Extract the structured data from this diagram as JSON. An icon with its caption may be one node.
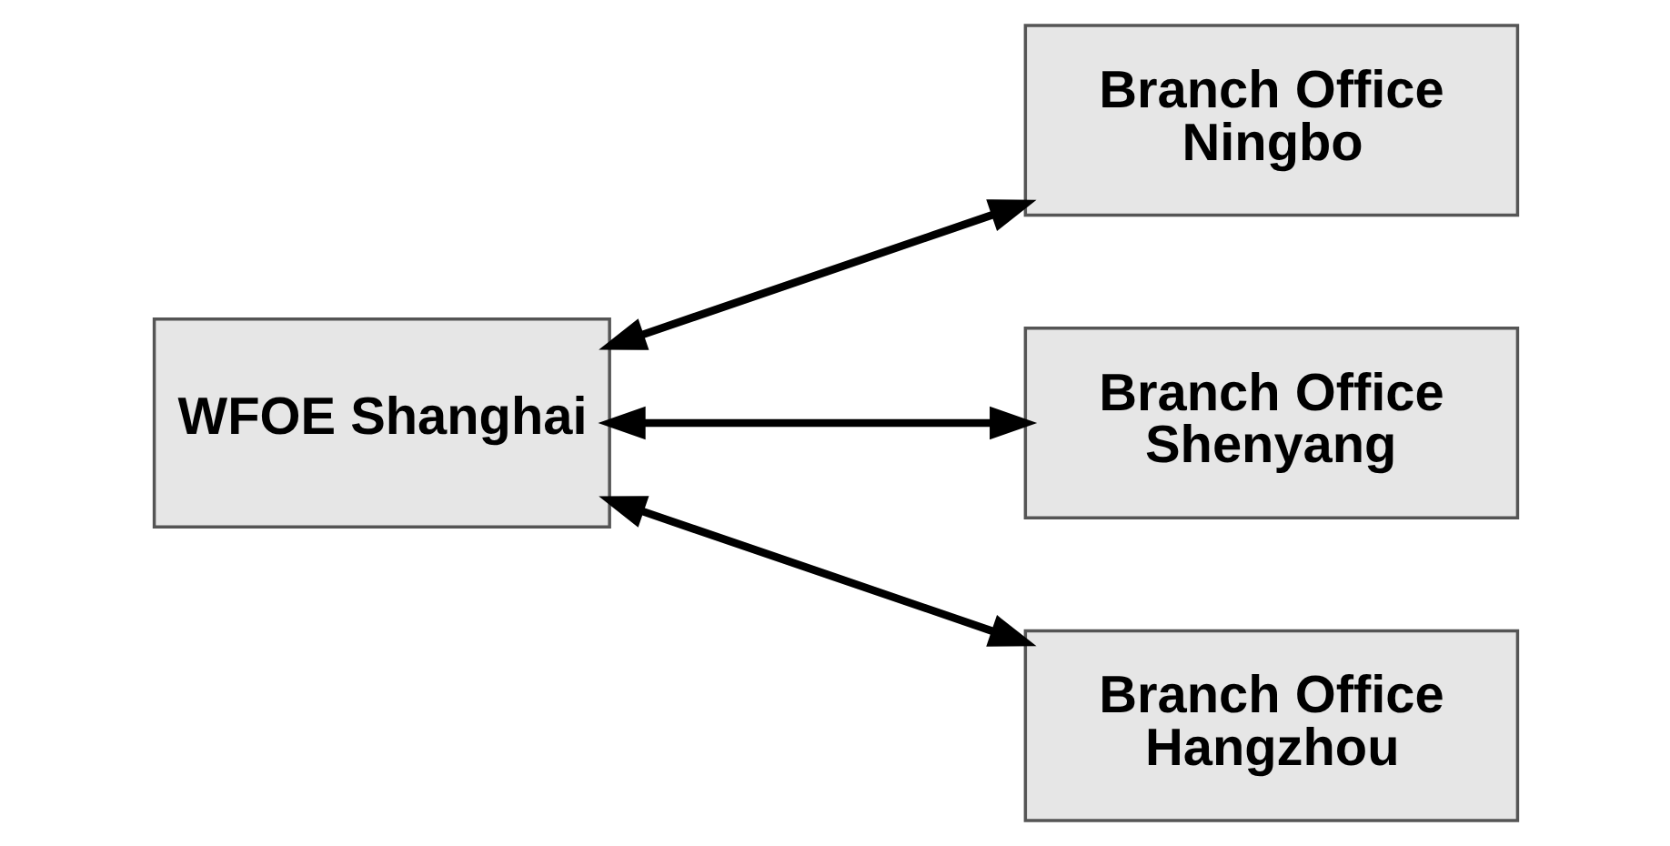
{
  "diagram": {
    "nodes": [
      {
        "text": [
          "WFOE Shanghai"
        ]
      },
      {
        "text": [
          "Branch Office Ningbo"
        ]
      },
      {
        "text": [
          "Branch Office Shenyang"
        ]
      },
      {
        "text": [
          "Branch Office Hangzhou"
        ]
      }
    ],
    "edges": [
      {
        "from": 0,
        "to": 1,
        "arrow": "both"
      },
      {
        "from": 0,
        "to": 2,
        "arrow": "both"
      },
      {
        "from": 0,
        "to": 3,
        "arrow": "both"
      }
    ]
  }
}
